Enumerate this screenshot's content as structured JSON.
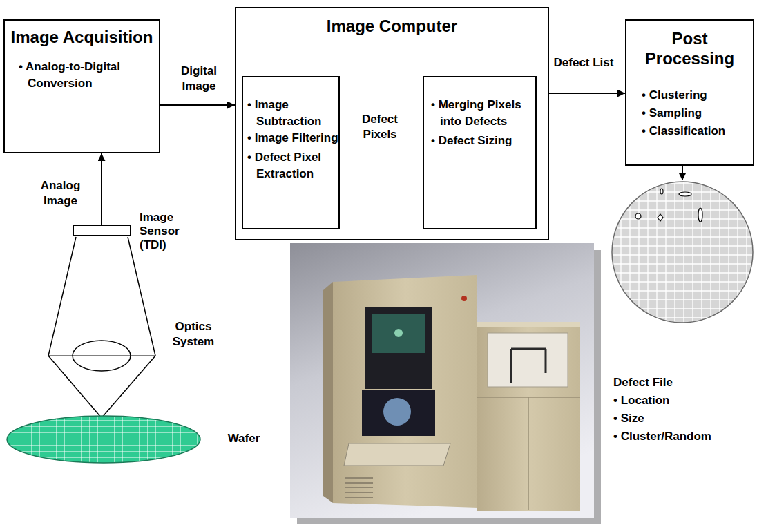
{
  "diagram": {
    "nodes": [
      {
        "text": [
          "Image Acquisition",
          "• Analog-to-Digital Conversion"
        ]
      },
      {
        "text": [
          "Image Computer"
        ]
      },
      {
        "text": [
          "• Image Subtraction",
          "• Image Filtering",
          "• Defect Pixel Extraction"
        ],
        "in": 1
      },
      {
        "text": [
          "• Merging Pixels into Defects",
          "• Defect Sizing"
        ],
        "in": 1
      },
      {
        "text": [
          "Post Processing",
          "• Clustering",
          "• Sampling",
          "• Classification"
        ]
      },
      {
        "text": [
          "Image Sensor (TDI)"
        ]
      },
      {
        "text": [
          "Defect File",
          "• Location",
          "• Size",
          "• Cluster/Random"
        ]
      }
    ],
    "edges": [
      {
        "from": 5,
        "to": 0,
        "label": "Analog Image",
        "arrow": "to"
      },
      {
        "from": 0,
        "to": 1,
        "label": "Digital Image",
        "arrow": "to"
      },
      {
        "from": 2,
        "to": 3,
        "label": "Defect Pixels",
        "arrow": "to"
      },
      {
        "from": 3,
        "to": 4,
        "label": "Defect List",
        "arrow": "to"
      },
      {
        "from": 4,
        "to": 6,
        "arrow": "to"
      }
    ],
    "labels": [
      "Optics System",
      "Wafer"
    ]
  }
}
